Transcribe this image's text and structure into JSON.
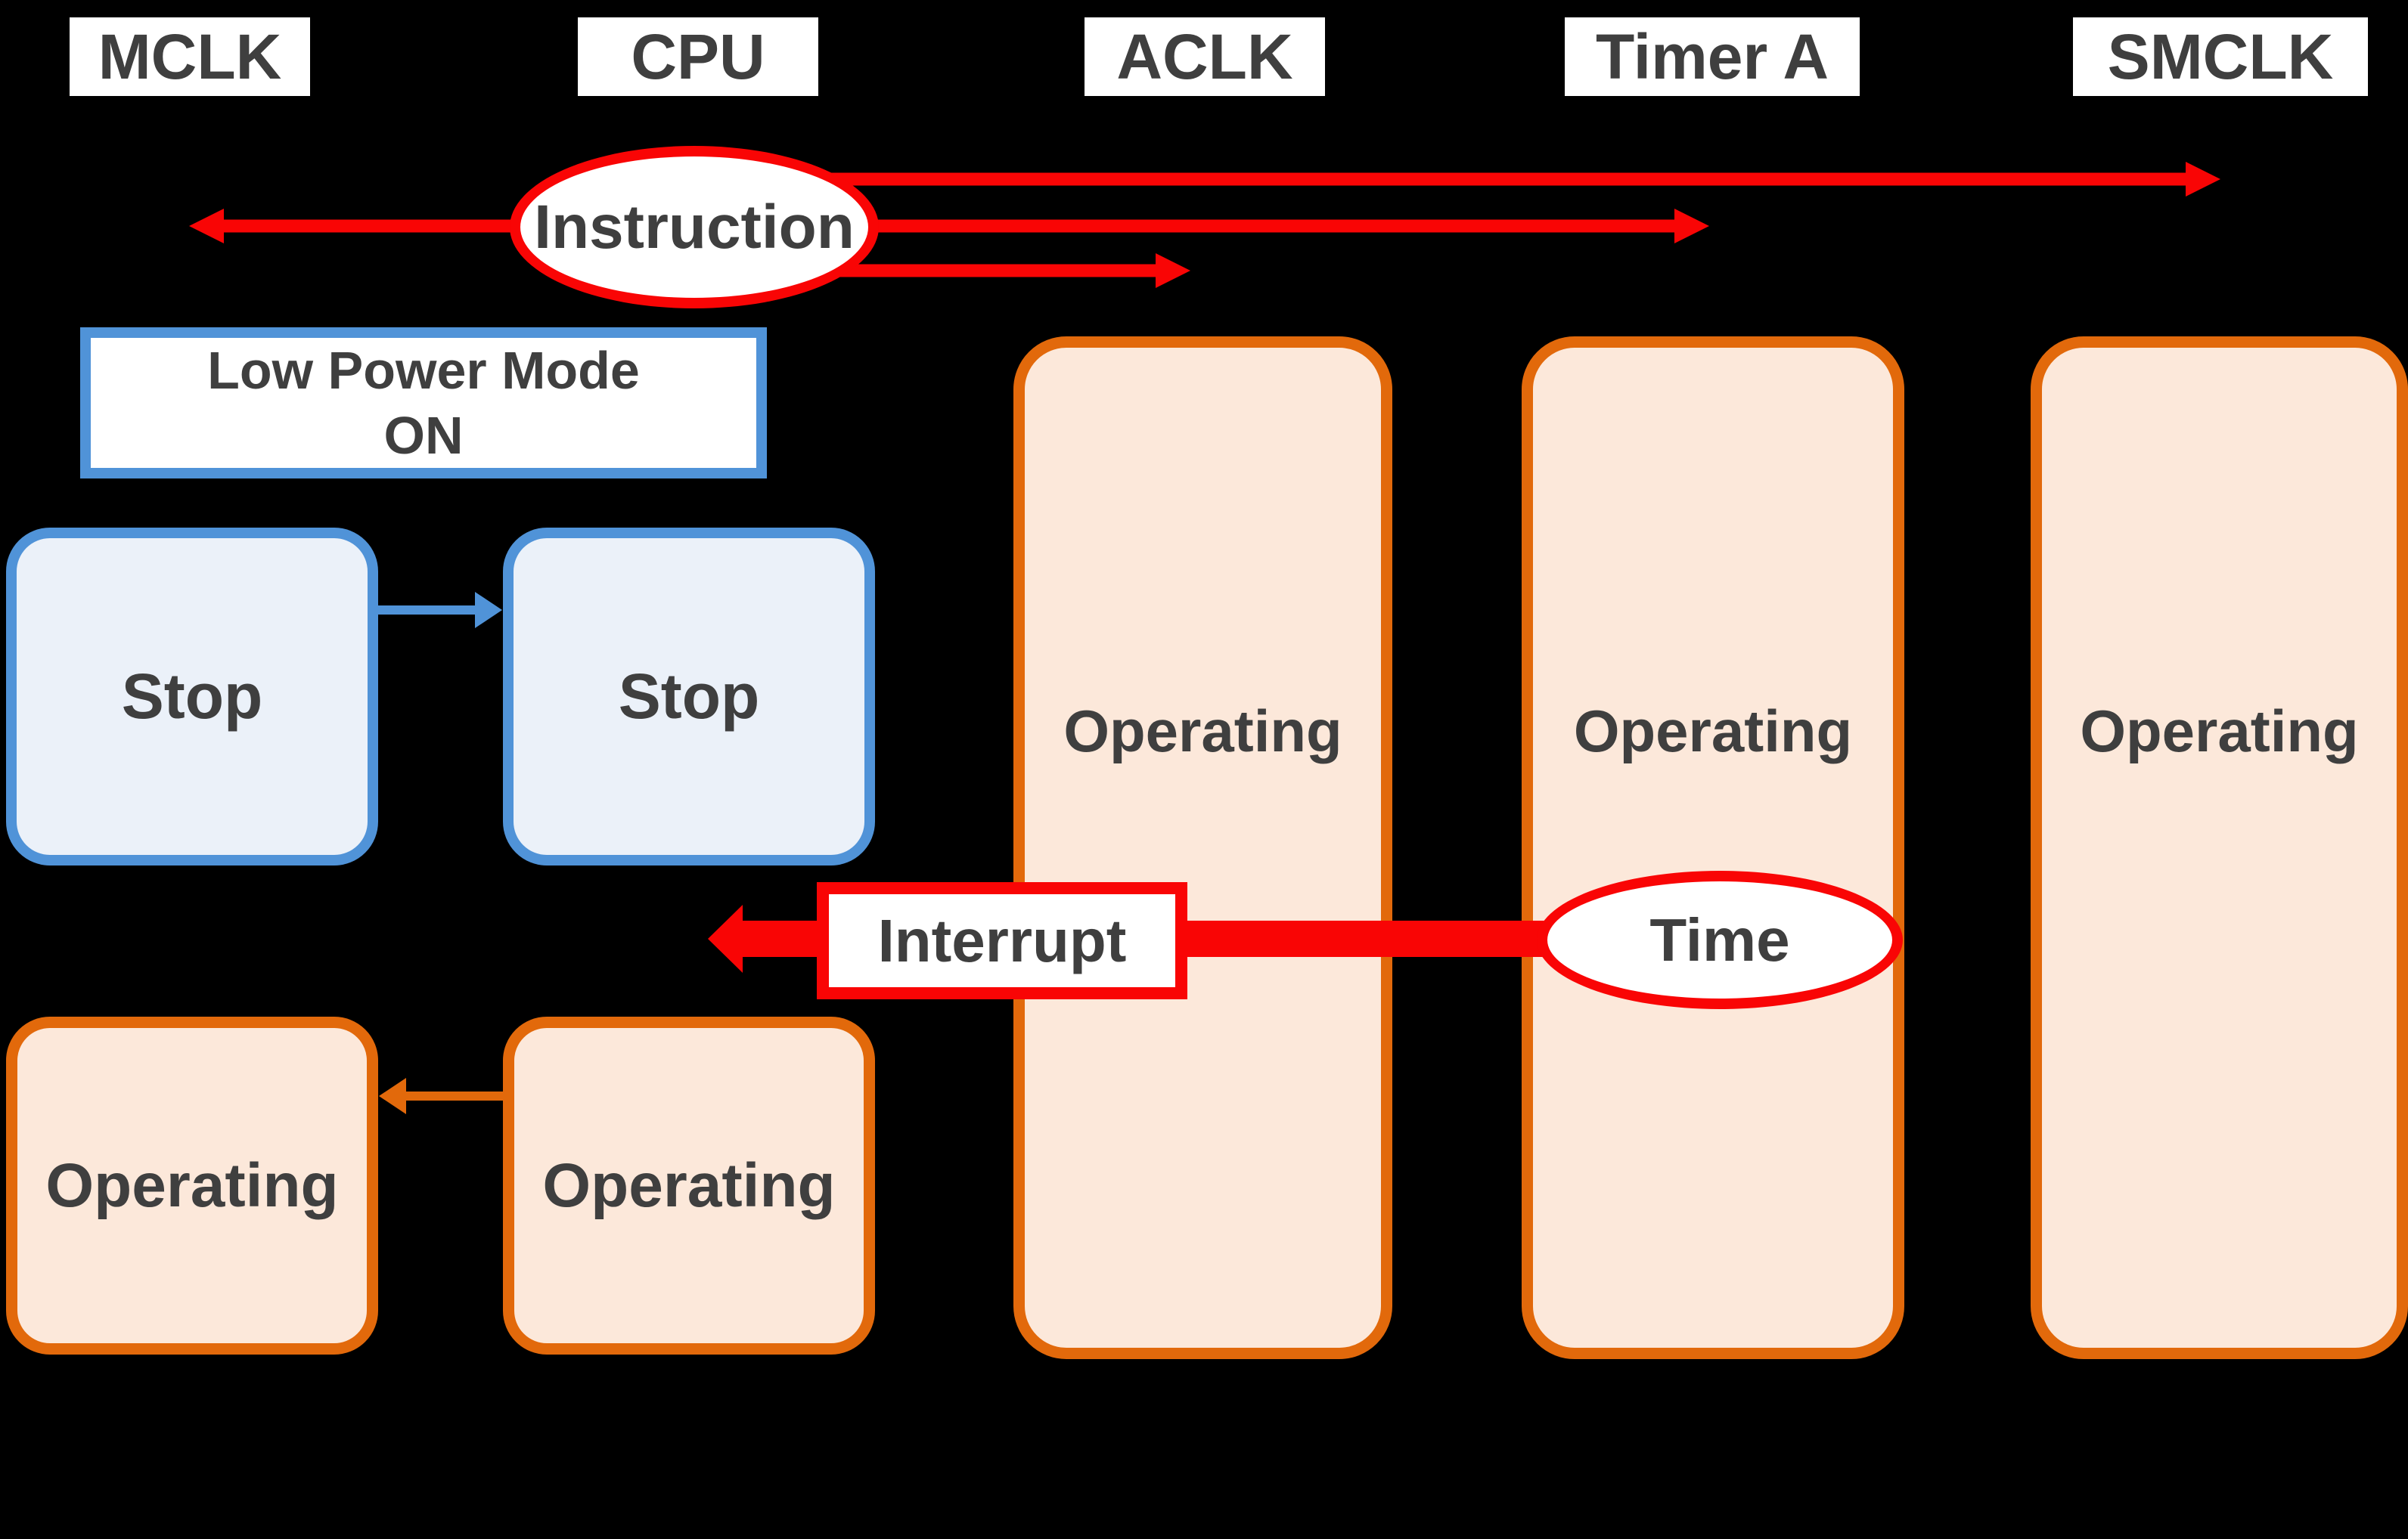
{
  "palette": {
    "background": "#000000",
    "red": "#F90505",
    "blue_border": "#5093D8",
    "blue_fill": "#EBF1F9",
    "orange_border": "#E2690B",
    "orange_fill": "#FCE8DA",
    "text": "#3F3F3F",
    "white": "#FFFFFF"
  },
  "headers": [
    {
      "id": "mclk",
      "label": "MCLK"
    },
    {
      "id": "cpu",
      "label": "CPU"
    },
    {
      "id": "aclk",
      "label": "ACLK"
    },
    {
      "id": "timer_a",
      "label": "Timer A"
    },
    {
      "id": "smclk",
      "label": "SMCLK"
    }
  ],
  "annotations": {
    "instruction": "Instruction",
    "low_power_line1": "Low Power Mode",
    "low_power_line2": "ON",
    "interrupt": "Interrupt",
    "time": "Time"
  },
  "states": {
    "mclk_stop": "Stop",
    "cpu_stop": "Stop",
    "mclk_operating": "Operating",
    "cpu_operating": "Operating",
    "aclk_operating": "Operating",
    "timer_a_operating": "Operating",
    "smclk_operating": "Operating"
  },
  "arrows": [
    {
      "name": "instruction-to-smclk",
      "color": "red",
      "from": "Instruction",
      "to": "SMCLK",
      "direction": "right"
    },
    {
      "name": "instruction-mclk-timer-a",
      "color": "red",
      "from": "MCLK",
      "to": "Timer A",
      "direction": "both"
    },
    {
      "name": "instruction-to-aclk",
      "color": "red",
      "from": "Instruction",
      "to": "ACLK",
      "direction": "right"
    },
    {
      "name": "stop-propagation",
      "color": "blue",
      "from": "MCLK Stop",
      "to": "CPU Stop",
      "direction": "right"
    },
    {
      "name": "interrupt-from-time",
      "color": "red",
      "from": "Time",
      "to": "CPU",
      "direction": "left"
    },
    {
      "name": "operating-propagation",
      "color": "orange",
      "from": "CPU Operating",
      "to": "MCLK Operating",
      "direction": "left"
    }
  ]
}
